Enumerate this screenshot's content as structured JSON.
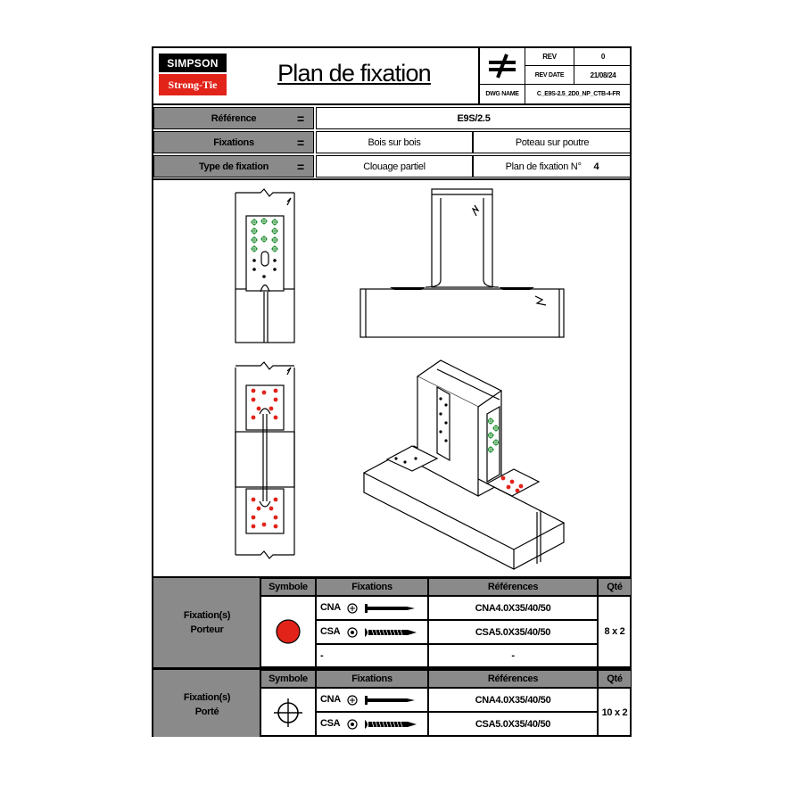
{
  "header": {
    "logo_top": "SIMPSON",
    "logo_bottom": "Strong-Tie",
    "title": "Plan de fixation",
    "rev_label": "REV",
    "rev_value": "0",
    "rev_date_label": "REV DATE",
    "rev_date_value": "21/08/24",
    "dwg_name_label": "DWG NAME",
    "dwg_name_value": "C_E9S-2.5_2D0_NP_CTB-4-FR"
  },
  "info": {
    "reference_label": "Référence",
    "reference_value": "E9S/2.5",
    "fixations_label": "Fixations",
    "fixations_value_1": "Bois sur bois",
    "fixations_value_2": "Poteau sur poutre",
    "type_label": "Type de fixation",
    "type_value": "Clouage partiel",
    "plan_label": "Plan de fixation N°",
    "plan_number": "4",
    "equals": "="
  },
  "colors": {
    "porteur": "#e2231a",
    "porte": "#1a8a2a",
    "header_grey": "#8a8a8a",
    "brand_red": "#e2231a"
  },
  "table_porteur": {
    "group_label_1": "Fixation(s)",
    "group_label_2": "Porteur",
    "col_symbole": "Symbole",
    "col_fixations": "Fixations",
    "col_references": "Références",
    "col_qte": "Qté",
    "symbol_icon": "red-filled-circle-icon",
    "rows": [
      {
        "type": "CNA",
        "reference": "CNA4.0X35/40/50"
      },
      {
        "type": "CSA",
        "reference": "CSA5.0X35/40/50"
      },
      {
        "type": "-",
        "reference": "-"
      }
    ],
    "qte": "8 x 2"
  },
  "table_porte": {
    "group_label_1": "Fixation(s)",
    "group_label_2": "Porté",
    "col_symbole": "Symbole",
    "col_fixations": "Fixations",
    "col_references": "Références",
    "col_qte": "Qté",
    "symbol_icon": "green-crosshair-circle-icon",
    "rows": [
      {
        "type": "CNA",
        "reference": "CNA4.0X35/40/50"
      },
      {
        "type": "CSA",
        "reference": "CSA5.0X35/40/50"
      }
    ],
    "qte": "10 x 2"
  }
}
